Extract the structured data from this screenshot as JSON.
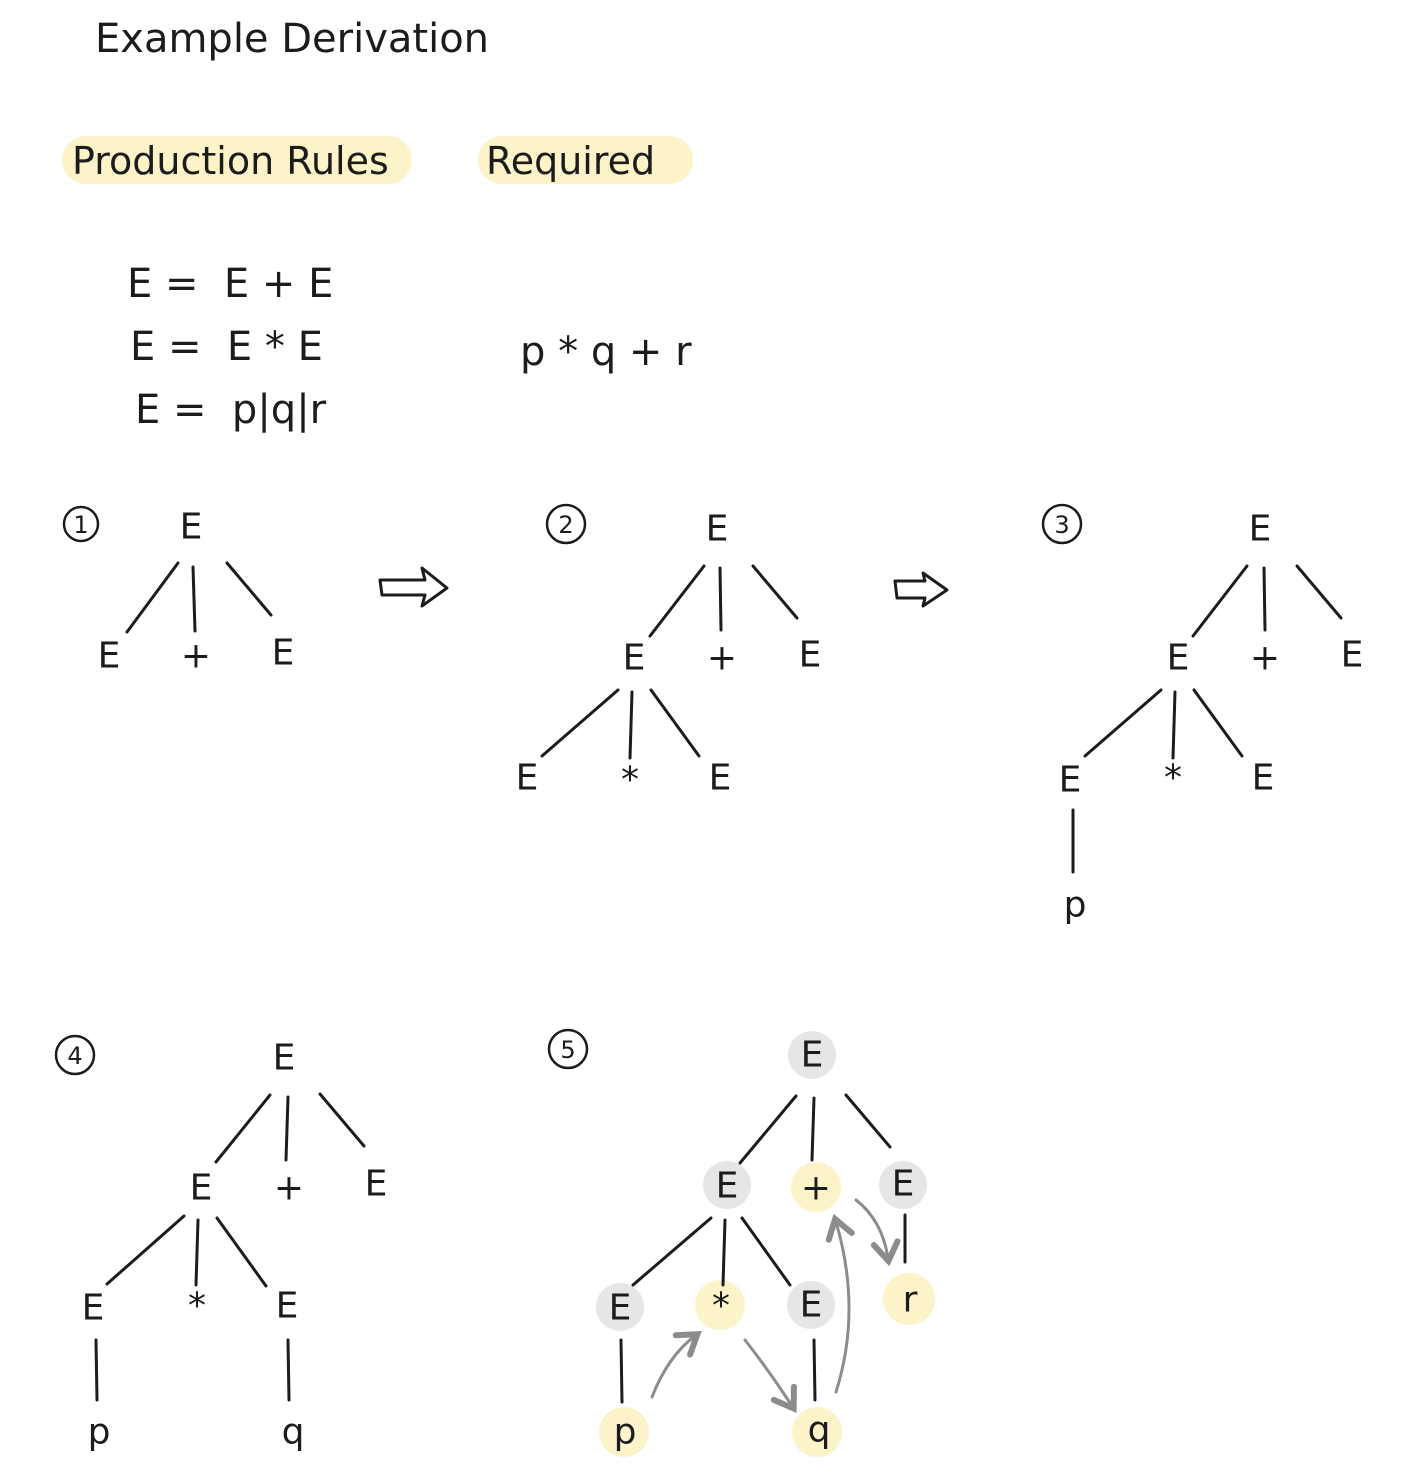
{
  "title": "Example Derivation",
  "production_rules": {
    "heading": "Production Rules",
    "rules": [
      "E =  E + E",
      "E =  E * E",
      "E =  p|q|r"
    ]
  },
  "required": {
    "heading": "Required",
    "expression": "p * q + r"
  },
  "steps": [
    {
      "number": "1"
    },
    {
      "number": "2"
    },
    {
      "number": "3"
    },
    {
      "number": "4"
    },
    {
      "number": "5"
    }
  ],
  "symbols": {
    "E": "E",
    "plus": "+",
    "times": "*",
    "p": "p",
    "q": "q",
    "r": "r"
  },
  "colors": {
    "highlight": "#fcf3c8",
    "nonterminal_bg": "#e6e6e6",
    "arrow": "#8c8c8c",
    "ink": "#1c1c1c"
  }
}
